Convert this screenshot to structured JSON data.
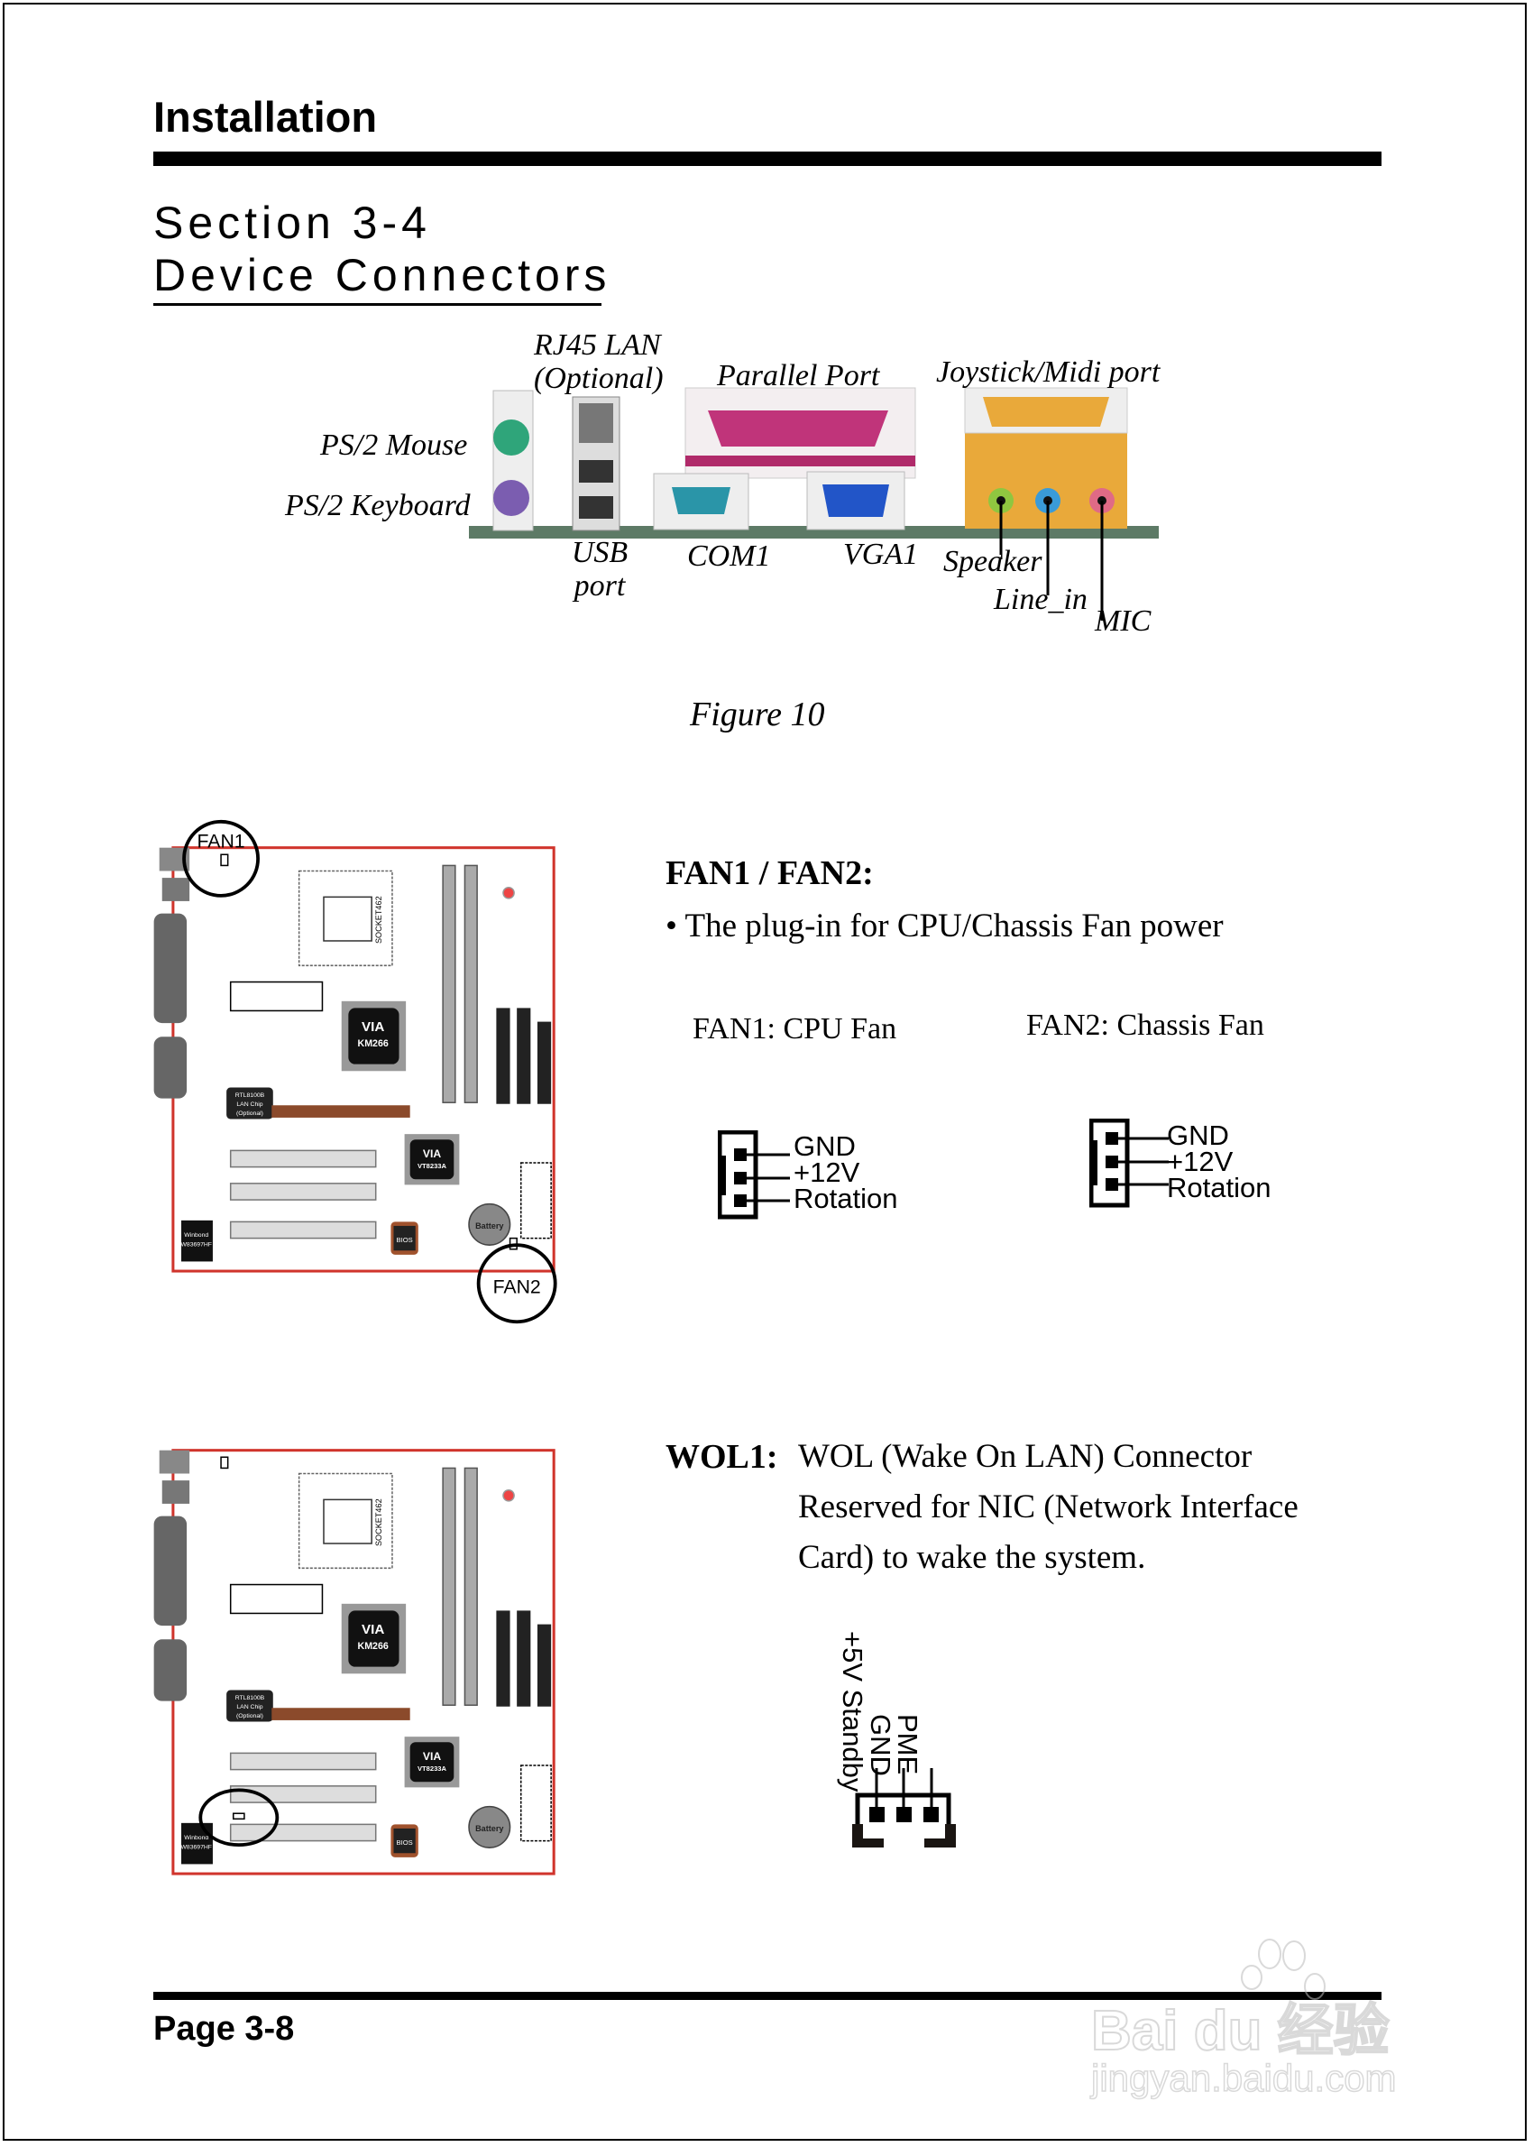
{
  "header": {
    "title": "Installation"
  },
  "section": {
    "number": "Section 3-4",
    "title": "Device Connectors"
  },
  "figure": {
    "caption": "Figure 10",
    "labels": {
      "rj45": [
        "RJ45 LAN",
        "(Optional)"
      ],
      "parallel": "Parallel Port",
      "joystick": "Joystick/Midi port",
      "ps2_mouse": "PS/2 Mouse",
      "ps2_keyboard": "PS/2 Keyboard",
      "usb": [
        "USB",
        "port"
      ],
      "com1": "COM1",
      "vga1": "VGA1",
      "speaker": "Speaker",
      "line_in": "Line_in",
      "mic": "MIC"
    },
    "colors": {
      "ps2_mouse": "#2fa57a",
      "ps2_keyboard": "#7b5db0",
      "parallel": "#c0347a",
      "com1": "#2a95a8",
      "vga1": "#2255c8",
      "joystick": "#e9a93a",
      "speaker": "#8fc640",
      "line_in": "#3a9bd8",
      "mic": "#e06a86"
    }
  },
  "board": {
    "fan1_label": "FAN1",
    "fan2_label": "FAN2",
    "chip1": [
      "VIA",
      "KM266"
    ],
    "chip2": [
      "VIA",
      "VT8233A"
    ],
    "bios": "BIOS",
    "battery": "Battery",
    "socket": "SOCKET462",
    "lan_chip": [
      "RTL8100B",
      "LAN Chip",
      "(Optional)"
    ],
    "winbond": [
      "Winbond",
      "W83697HF"
    ],
    "outline_color": "#d0342c"
  },
  "fan": {
    "title": "FAN1 / FAN2:",
    "bullet": "• The plug-in for CPU/Chassis Fan power",
    "fan1_caption": "FAN1: CPU Fan",
    "fan2_caption": "FAN2: Chassis Fan",
    "pins": [
      "GND",
      "+12V",
      "Rotation"
    ]
  },
  "wol": {
    "title": "WOL1:",
    "lines": [
      "WOL (Wake On LAN) Connector",
      "Reserved for NIC (Network Interface",
      "Card) to wake the system."
    ],
    "pins": [
      "+5V Standby",
      "GND",
      "PME"
    ]
  },
  "footer": {
    "page": "Page 3-8"
  },
  "watermark": {
    "brand": "Bai du 经验",
    "url": "jingyan.baidu.com"
  }
}
